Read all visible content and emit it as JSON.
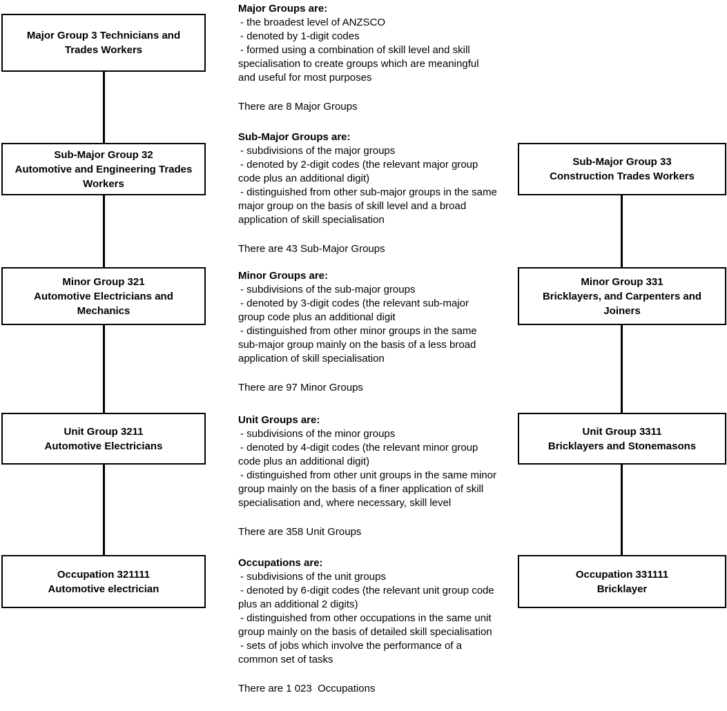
{
  "page": {
    "background_color": "#ffffff",
    "text_color": "#000000",
    "box_border_color": "#000000"
  },
  "left_column": {
    "boxes": [
      {
        "id": "major-group-3",
        "lines": [
          "Major Group 3 Technicians and",
          "Trades Workers"
        ]
      },
      {
        "id": "sub-major-group-32",
        "lines": [
          "Sub-Major Group 32",
          "Automotive and Engineering Trades",
          "Workers"
        ]
      },
      {
        "id": "minor-group-321",
        "lines": [
          "Minor Group 321",
          "Automotive Electricians and",
          "Mechanics"
        ]
      },
      {
        "id": "unit-group-3211",
        "lines": [
          "Unit Group 3211",
          "Automotive Electricians"
        ]
      },
      {
        "id": "occupation-321111",
        "lines": [
          "Occupation 321111",
          "Automotive electrician"
        ]
      }
    ]
  },
  "right_column": {
    "boxes": [
      {
        "id": "sub-major-group-33",
        "lines": [
          "Sub-Major Group 33",
          "Construction Trades Workers"
        ]
      },
      {
        "id": "minor-group-331",
        "lines": [
          "Minor Group 331",
          "Bricklayers, and Carpenters and",
          "Joiners"
        ]
      },
      {
        "id": "unit-group-3311",
        "lines": [
          "Unit Group 3311",
          "Bricklayers and Stonemasons"
        ]
      },
      {
        "id": "occupation-331111",
        "lines": [
          "Occupation 331111",
          "Bricklayer"
        ]
      }
    ]
  },
  "descriptions": [
    {
      "heading": "Major Groups are:",
      "bullets": [
        "- the broadest level of ANZSCO",
        "- denoted by 1-digit codes",
        "- formed using a combination of skill level and skill specialisation to create groups which are meaningful and useful for most purposes"
      ],
      "note": "There are 8 Major Groups"
    },
    {
      "heading": "Sub-Major Groups are:",
      "bullets": [
        "- subdivisions of the major groups",
        "- denoted by 2-digit codes (the relevant major group code plus an additional digit)",
        "- distinguished from other sub-major groups in the same major group on the basis of skill level and a broad application of skill specialisation"
      ],
      "note": "There are 43 Sub-Major Groups"
    },
    {
      "heading": "Minor Groups are:",
      "bullets": [
        "- subdivisions of the sub-major groups",
        "- denoted by 3-digit codes (the relevant sub-major group code plus an additional digit",
        "- distinguished from other minor groups in the same sub-major group mainly on the basis of a less broad application of skill specialisation"
      ],
      "note": "There are 97 Minor Groups"
    },
    {
      "heading": "Unit Groups are:",
      "bullets": [
        "- subdivisions of the minor groups",
        "- denoted by 4-digit codes (the relevant minor group code plus an additional digit)",
        "- distinguished from other unit groups in the same minor group mainly on the basis of a finer application of skill specialisation and, where necessary, skill level"
      ],
      "note": "There are 358 Unit Groups"
    },
    {
      "heading": "Occupations are:",
      "bullets": [
        "- subdivisions of the unit groups",
        "- denoted by 6-digit codes (the relevant unit group code plus an additional 2 digits)",
        "- distinguished from other occupations in the same unit group mainly on the basis of detailed skill specialisation",
        "- sets of jobs which involve the performance of a common set of tasks"
      ],
      "note": "There are 1 023  Occupations"
    }
  ]
}
